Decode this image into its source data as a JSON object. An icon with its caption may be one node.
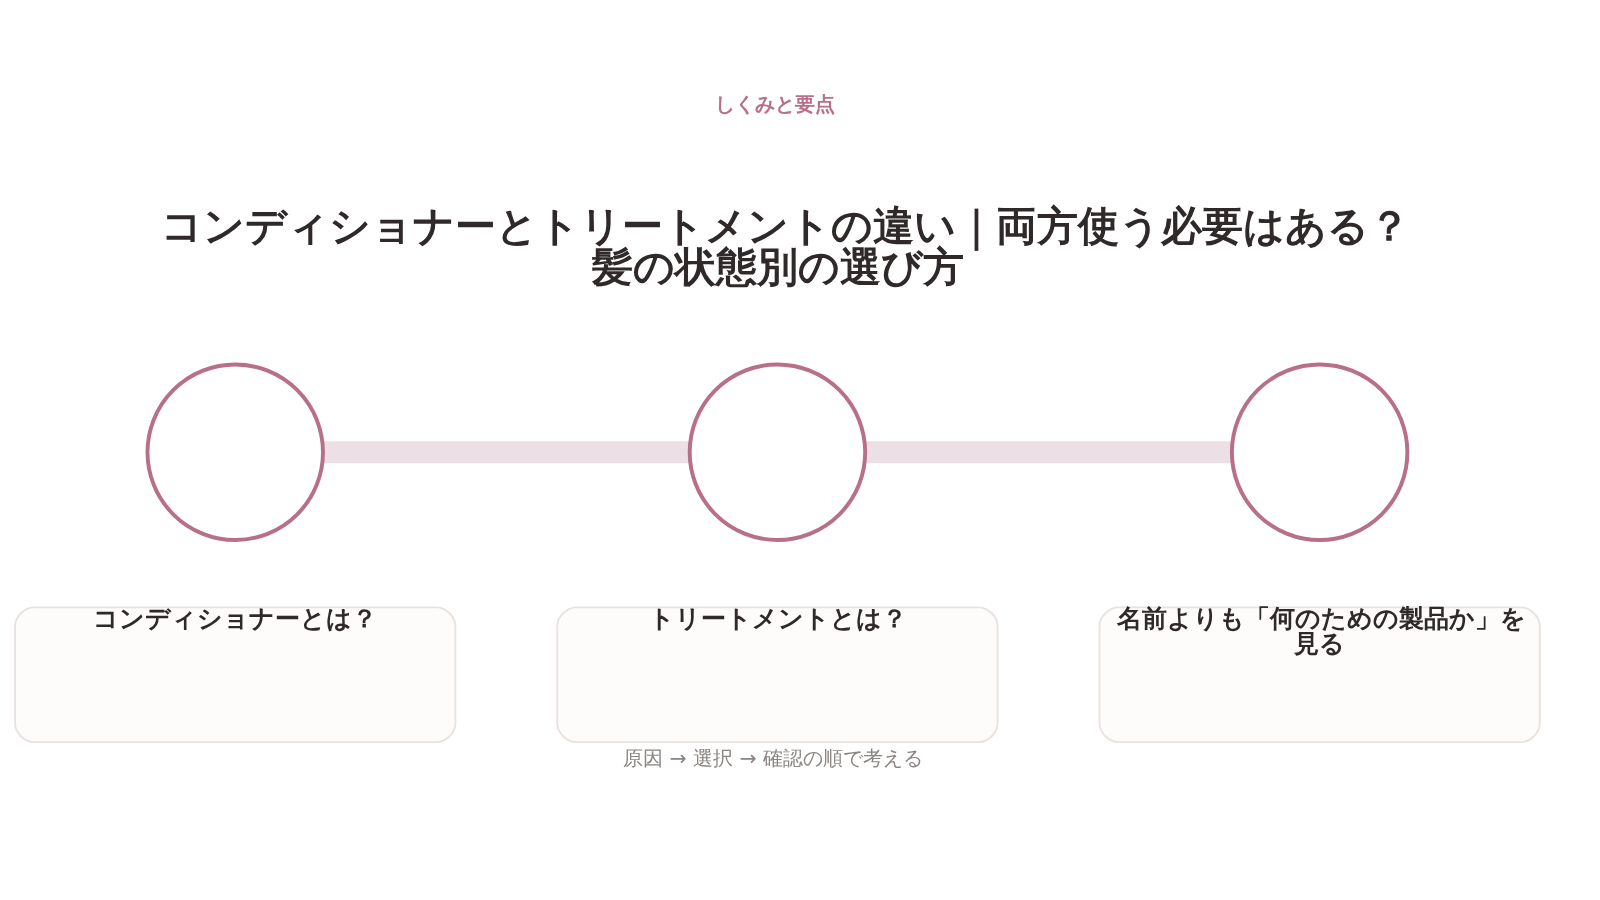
{
  "diagram": {
    "title": "コンディショナーとトリートメントの違い｜両方使う必要はある？髪の状態別の選び方",
    "caption": "原因 → 選択 → 確認の順で考える",
    "nodes": [
      {
        "text": [],
        "shape": "circle"
      },
      {
        "text": [],
        "shape": "circle"
      },
      {
        "text": [],
        "shape": "circle"
      },
      {
        "text": [
          "コンディショナーとは？"
        ]
      },
      {
        "text": [
          "トリートメントとは？"
        ]
      },
      {
        "text": [
          "名前よりも「何のための製品か」を見る"
        ]
      }
    ],
    "edges": [
      {
        "from": 0,
        "to": 1,
        "arrow": "none"
      },
      {
        "from": 1,
        "to": 2,
        "arrow": "none"
      }
    ],
    "labels": [
      "しくみと要点"
    ]
  }
}
